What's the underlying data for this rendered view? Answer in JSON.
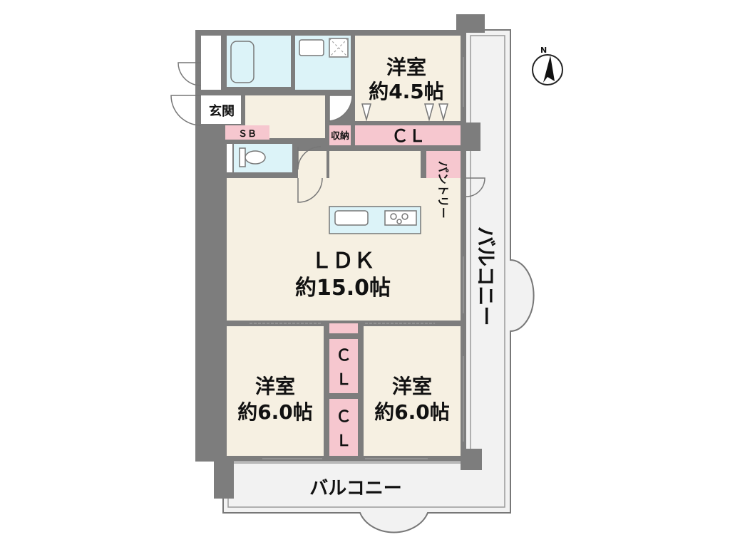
{
  "labels": {
    "western_room_top": "洋室",
    "western_room_top_size": "約4.5帖",
    "closet_top": "ＣＬ",
    "storage": "収納",
    "entrance": "玄関",
    "shoe_box": "ＳＢ",
    "pantry": "パントリー",
    "ldk": "ＬＤＫ",
    "ldk_size": "約15.0帖",
    "western_room_left": "洋室",
    "western_room_left_size": "約6.0帖",
    "western_room_right": "洋室",
    "western_room_right_size": "約6.0帖",
    "closet_left": "ＣＬ",
    "closet_right": "ＣＬ",
    "balcony_side": "バルコニー",
    "balcony_bottom": "バルコニー",
    "compass_n": "N"
  },
  "colors": {
    "wall": "#7d7d7d",
    "room_floor": "#f6f0e2",
    "wet_area": "#dcf3f8",
    "closet": "#f6c7cf",
    "balcony": "#f2f2f2",
    "outline": "#555555"
  }
}
